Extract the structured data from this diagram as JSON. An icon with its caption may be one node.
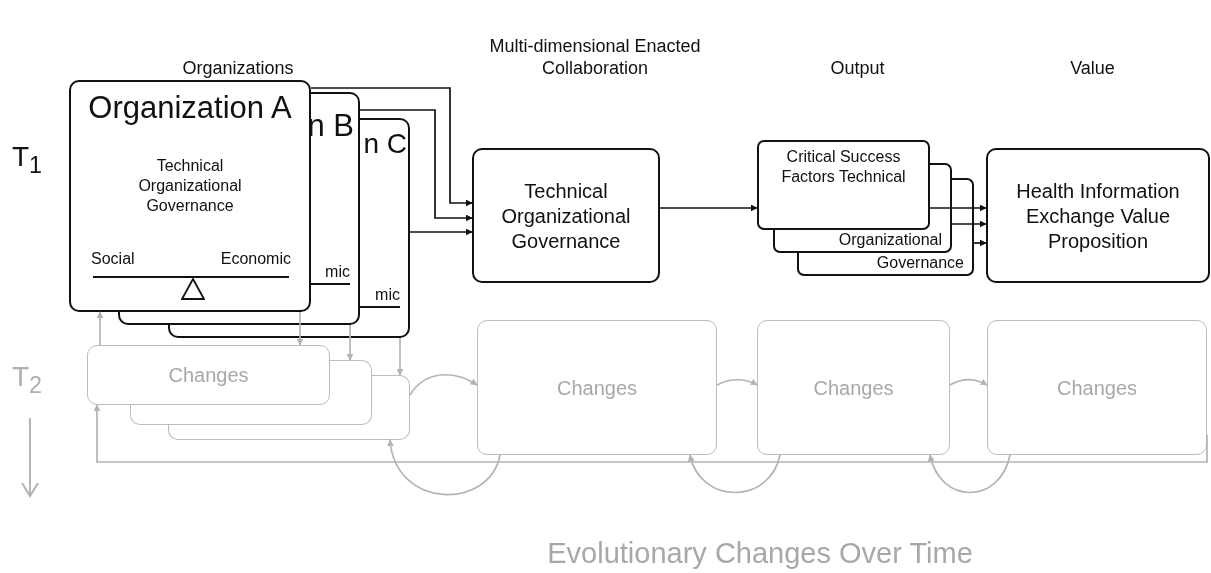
{
  "diagram": {
    "caption": "Evolutionary Changes Over Time",
    "nodes": [
      {
        "text": [
          "Organization A",
          "Technical Organizational Governance",
          "Social",
          "Economic"
        ]
      },
      {
        "text": [
          "n B",
          "mic"
        ]
      },
      {
        "text": [
          "n C",
          "mic"
        ]
      },
      {
        "text": [
          "Technical Organizational Governance"
        ]
      },
      {
        "text": [
          "Critical Success Factors Technical"
        ]
      },
      {
        "text": [
          "Organizational"
        ]
      },
      {
        "text": [
          "Governance"
        ]
      },
      {
        "text": [
          "Health Information Exchange Value Proposition"
        ]
      },
      {
        "text": [
          "Changes"
        ]
      },
      {
        "text": [],
        "shape": "box"
      },
      {
        "text": [],
        "shape": "box"
      },
      {
        "text": [
          "Changes"
        ]
      },
      {
        "text": [
          "Changes"
        ]
      },
      {
        "text": [
          "Changes"
        ]
      }
    ],
    "edges": [
      {
        "from": 0,
        "to": 3,
        "arrow": "to",
        "color": "#111111"
      },
      {
        "from": 1,
        "to": 3,
        "arrow": "to",
        "color": "#111111"
      },
      {
        "from": 2,
        "to": 3,
        "arrow": "to",
        "color": "#111111"
      },
      {
        "from": 3,
        "to": 4,
        "arrow": "to",
        "color": "#111111"
      },
      {
        "from": 4,
        "to": 7,
        "arrow": "to",
        "color": "#111111"
      },
      {
        "from": 5,
        "to": 7,
        "arrow": "to",
        "color": "#111111"
      },
      {
        "from": 6,
        "to": 7,
        "arrow": "to",
        "color": "#111111"
      },
      {
        "from": 0,
        "to": 8,
        "arrow": "to",
        "color": "#b4b4b4"
      },
      {
        "from": 8,
        "to": 0,
        "arrow": "to",
        "color": "#b4b4b4"
      },
      {
        "from": 1,
        "to": 9,
        "arrow": "to",
        "color": "#b4b4b4"
      },
      {
        "from": 2,
        "to": 10,
        "arrow": "to",
        "color": "#b4b4b4"
      },
      {
        "from": 10,
        "to": 11,
        "arrow": "to",
        "color": "#b4b4b4"
      },
      {
        "from": 11,
        "to": 10,
        "arrow": "to",
        "color": "#b4b4b4"
      },
      {
        "from": 11,
        "to": 12,
        "arrow": "to",
        "color": "#b4b4b4"
      },
      {
        "from": 12,
        "to": 11,
        "arrow": "to",
        "color": "#b4b4b4"
      },
      {
        "from": 12,
        "to": 13,
        "arrow": "to",
        "color": "#b4b4b4"
      },
      {
        "from": 13,
        "to": 12,
        "arrow": "to",
        "color": "#b4b4b4"
      },
      {
        "from": 13,
        "to": 8,
        "arrow": "to",
        "color": "#b4b4b4"
      }
    ],
    "labels": [
      "Organizations",
      "Multi-dimensional Enacted Collaboration",
      "Output",
      "Value",
      "T$_{1}$",
      "T$_{2}$"
    ]
  }
}
